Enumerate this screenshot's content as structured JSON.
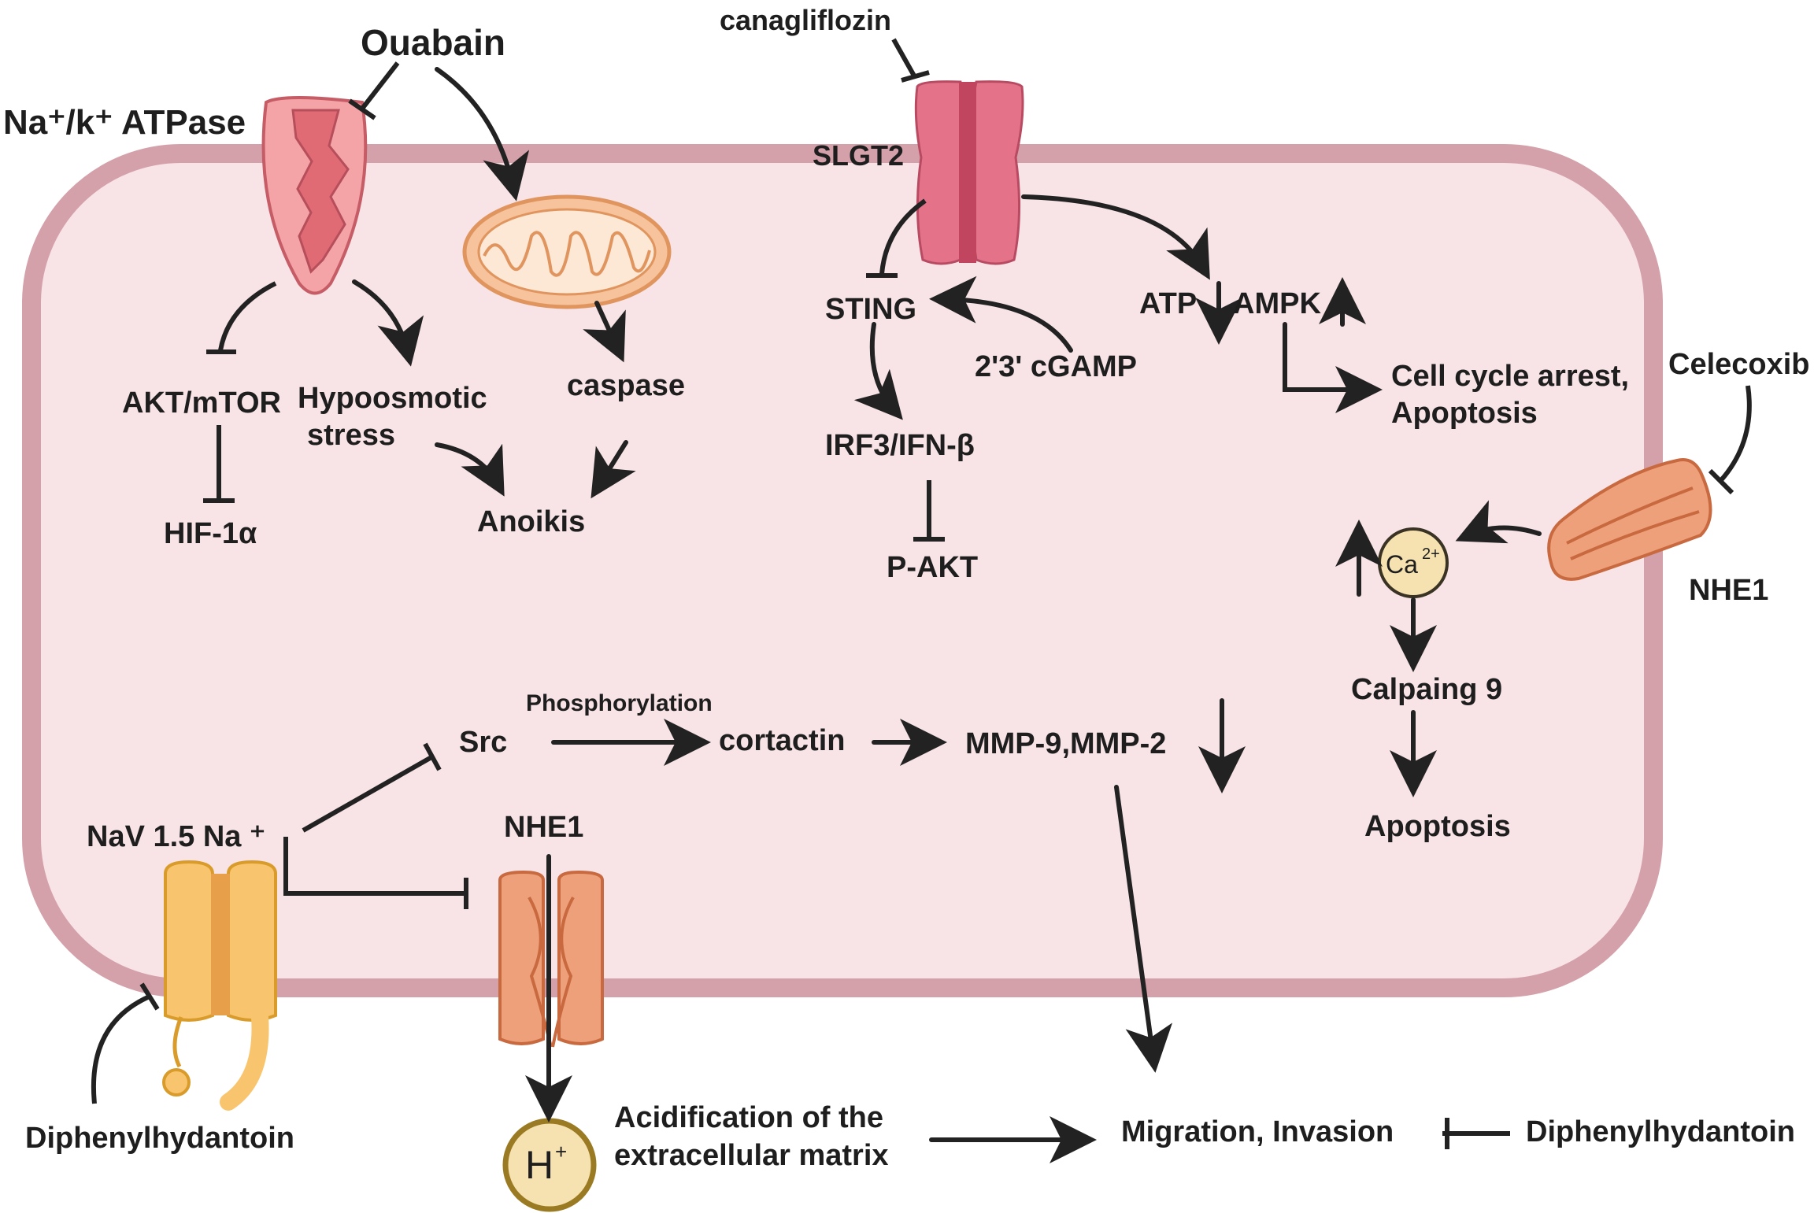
{
  "labels": {
    "ouabain": "Ouabain",
    "na_k_atpase": "Na⁺/k⁺ ATPase",
    "akt_mtor": "AKT/mTOR",
    "hif1a": "HIF-1α",
    "hypoosmotic_line1": "Hypoosmotic",
    "hypoosmotic_line2": "stress",
    "caspase": "caspase",
    "anoikis": "Anoikis",
    "canagliflozin": "canagliflozin",
    "slgt2": "SLGT2",
    "sting": "STING",
    "cgamp": "2'3' cGAMP",
    "irf3": "IRF3/IFN-β",
    "pakt": "P-AKT",
    "atp": "ATP",
    "ampk": "AMPK",
    "cell_cycle_line1": "Cell cycle arrest,",
    "cell_cycle_line2": "Apoptosis",
    "celecoxib": "Celecoxib",
    "nhe1_right": "NHE1",
    "ca": "Ca",
    "ca_sup": "2+",
    "calpaing": "Calpaing 9",
    "apoptosis": "Apoptosis",
    "phosphorylation": "Phosphorylation",
    "src": "Src",
    "cortactin": "cortactin",
    "mmp": "MMP-9,MMP-2",
    "nav": "NaV 1.5 Na ⁺",
    "nhe1_bottom": "NHE1",
    "h": "H",
    "h_sup": "+",
    "acid_line1": "Acidification of the",
    "acid_line2": "extracellular matrix",
    "migration": "Migration, Invasion",
    "diphenyl_left": "Diphenylhydantoin",
    "diphenyl_right": "Diphenylhydantoin"
  },
  "colors": {
    "cell_fill": "#f8e3e6",
    "membrane": "#d4a0a9",
    "atpase": "#e8858f",
    "slgt2": "#dd6d83",
    "mito": "#f6c39c",
    "nhe1": "#eea07a",
    "nav": "#f9c46e",
    "ion": "#f6e2b0"
  }
}
